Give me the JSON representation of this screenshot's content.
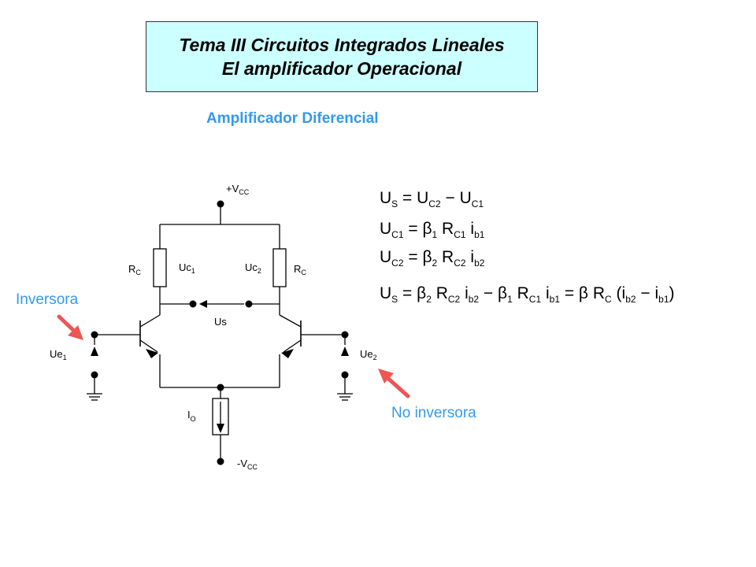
{
  "header": {
    "title_line1": "Tema III  Circuitos Integrados Lineales",
    "title_line2": "El amplificador Operacional"
  },
  "subtitle": "Amplificador Diferencial",
  "labels": {
    "inversora": "Inversora",
    "no_inversora": "No inversora"
  },
  "circuit": {
    "vcc_pos": "+V",
    "vcc_pos_sub": "CC",
    "vcc_neg": "-V",
    "vcc_neg_sub": "CC",
    "rc_left": "R",
    "rc_left_sub": "C",
    "rc_right": "R",
    "rc_right_sub": "C",
    "uc1": "Uc",
    "uc1_sub": "1",
    "uc2": "Uc",
    "uc2_sub": "2",
    "us": "Us",
    "ue1": "Ue",
    "ue1_sub": "1",
    "ue2": "Ue",
    "ue2_sub": "2",
    "io": "I",
    "io_sub": "O"
  },
  "equations": [
    {
      "parts": [
        {
          "t": "U"
        },
        {
          "s": "S"
        },
        {
          "t": " = U"
        },
        {
          "s": "C2"
        },
        {
          "t": " − U"
        },
        {
          "s": "C1"
        }
      ]
    },
    {
      "parts": [
        {
          "t": "U"
        },
        {
          "s": "C1"
        },
        {
          "t": " = β"
        },
        {
          "s": "1"
        },
        {
          "t": " R"
        },
        {
          "s": "C1"
        },
        {
          "t": " i"
        },
        {
          "s": "b1"
        }
      ]
    },
    {
      "parts": [
        {
          "t": "U"
        },
        {
          "s": "C2"
        },
        {
          "t": " = β"
        },
        {
          "s": "2"
        },
        {
          "t": " R"
        },
        {
          "s": "C2"
        },
        {
          "t": " i"
        },
        {
          "s": "b2"
        }
      ]
    },
    {
      "parts": [
        {
          "t": "U"
        },
        {
          "s": "S"
        },
        {
          "t": " = β"
        },
        {
          "s": "2"
        },
        {
          "t": " R"
        },
        {
          "s": "C2"
        },
        {
          "t": " i"
        },
        {
          "s": "b2"
        },
        {
          "t": " − β"
        },
        {
          "s": "1"
        },
        {
          "t": " R"
        },
        {
          "s": "C1"
        },
        {
          "t": " i"
        },
        {
          "s": "b1"
        },
        {
          "t": " = β R"
        },
        {
          "s": "C"
        },
        {
          "t": " (i"
        },
        {
          "s": "b2"
        },
        {
          "t": " − i"
        },
        {
          "s": "b1"
        },
        {
          "t": ")"
        }
      ]
    }
  ],
  "colors": {
    "title_bg": "#ccffff",
    "accent_blue": "#3399ee",
    "arrow_red": "#ee5555"
  }
}
